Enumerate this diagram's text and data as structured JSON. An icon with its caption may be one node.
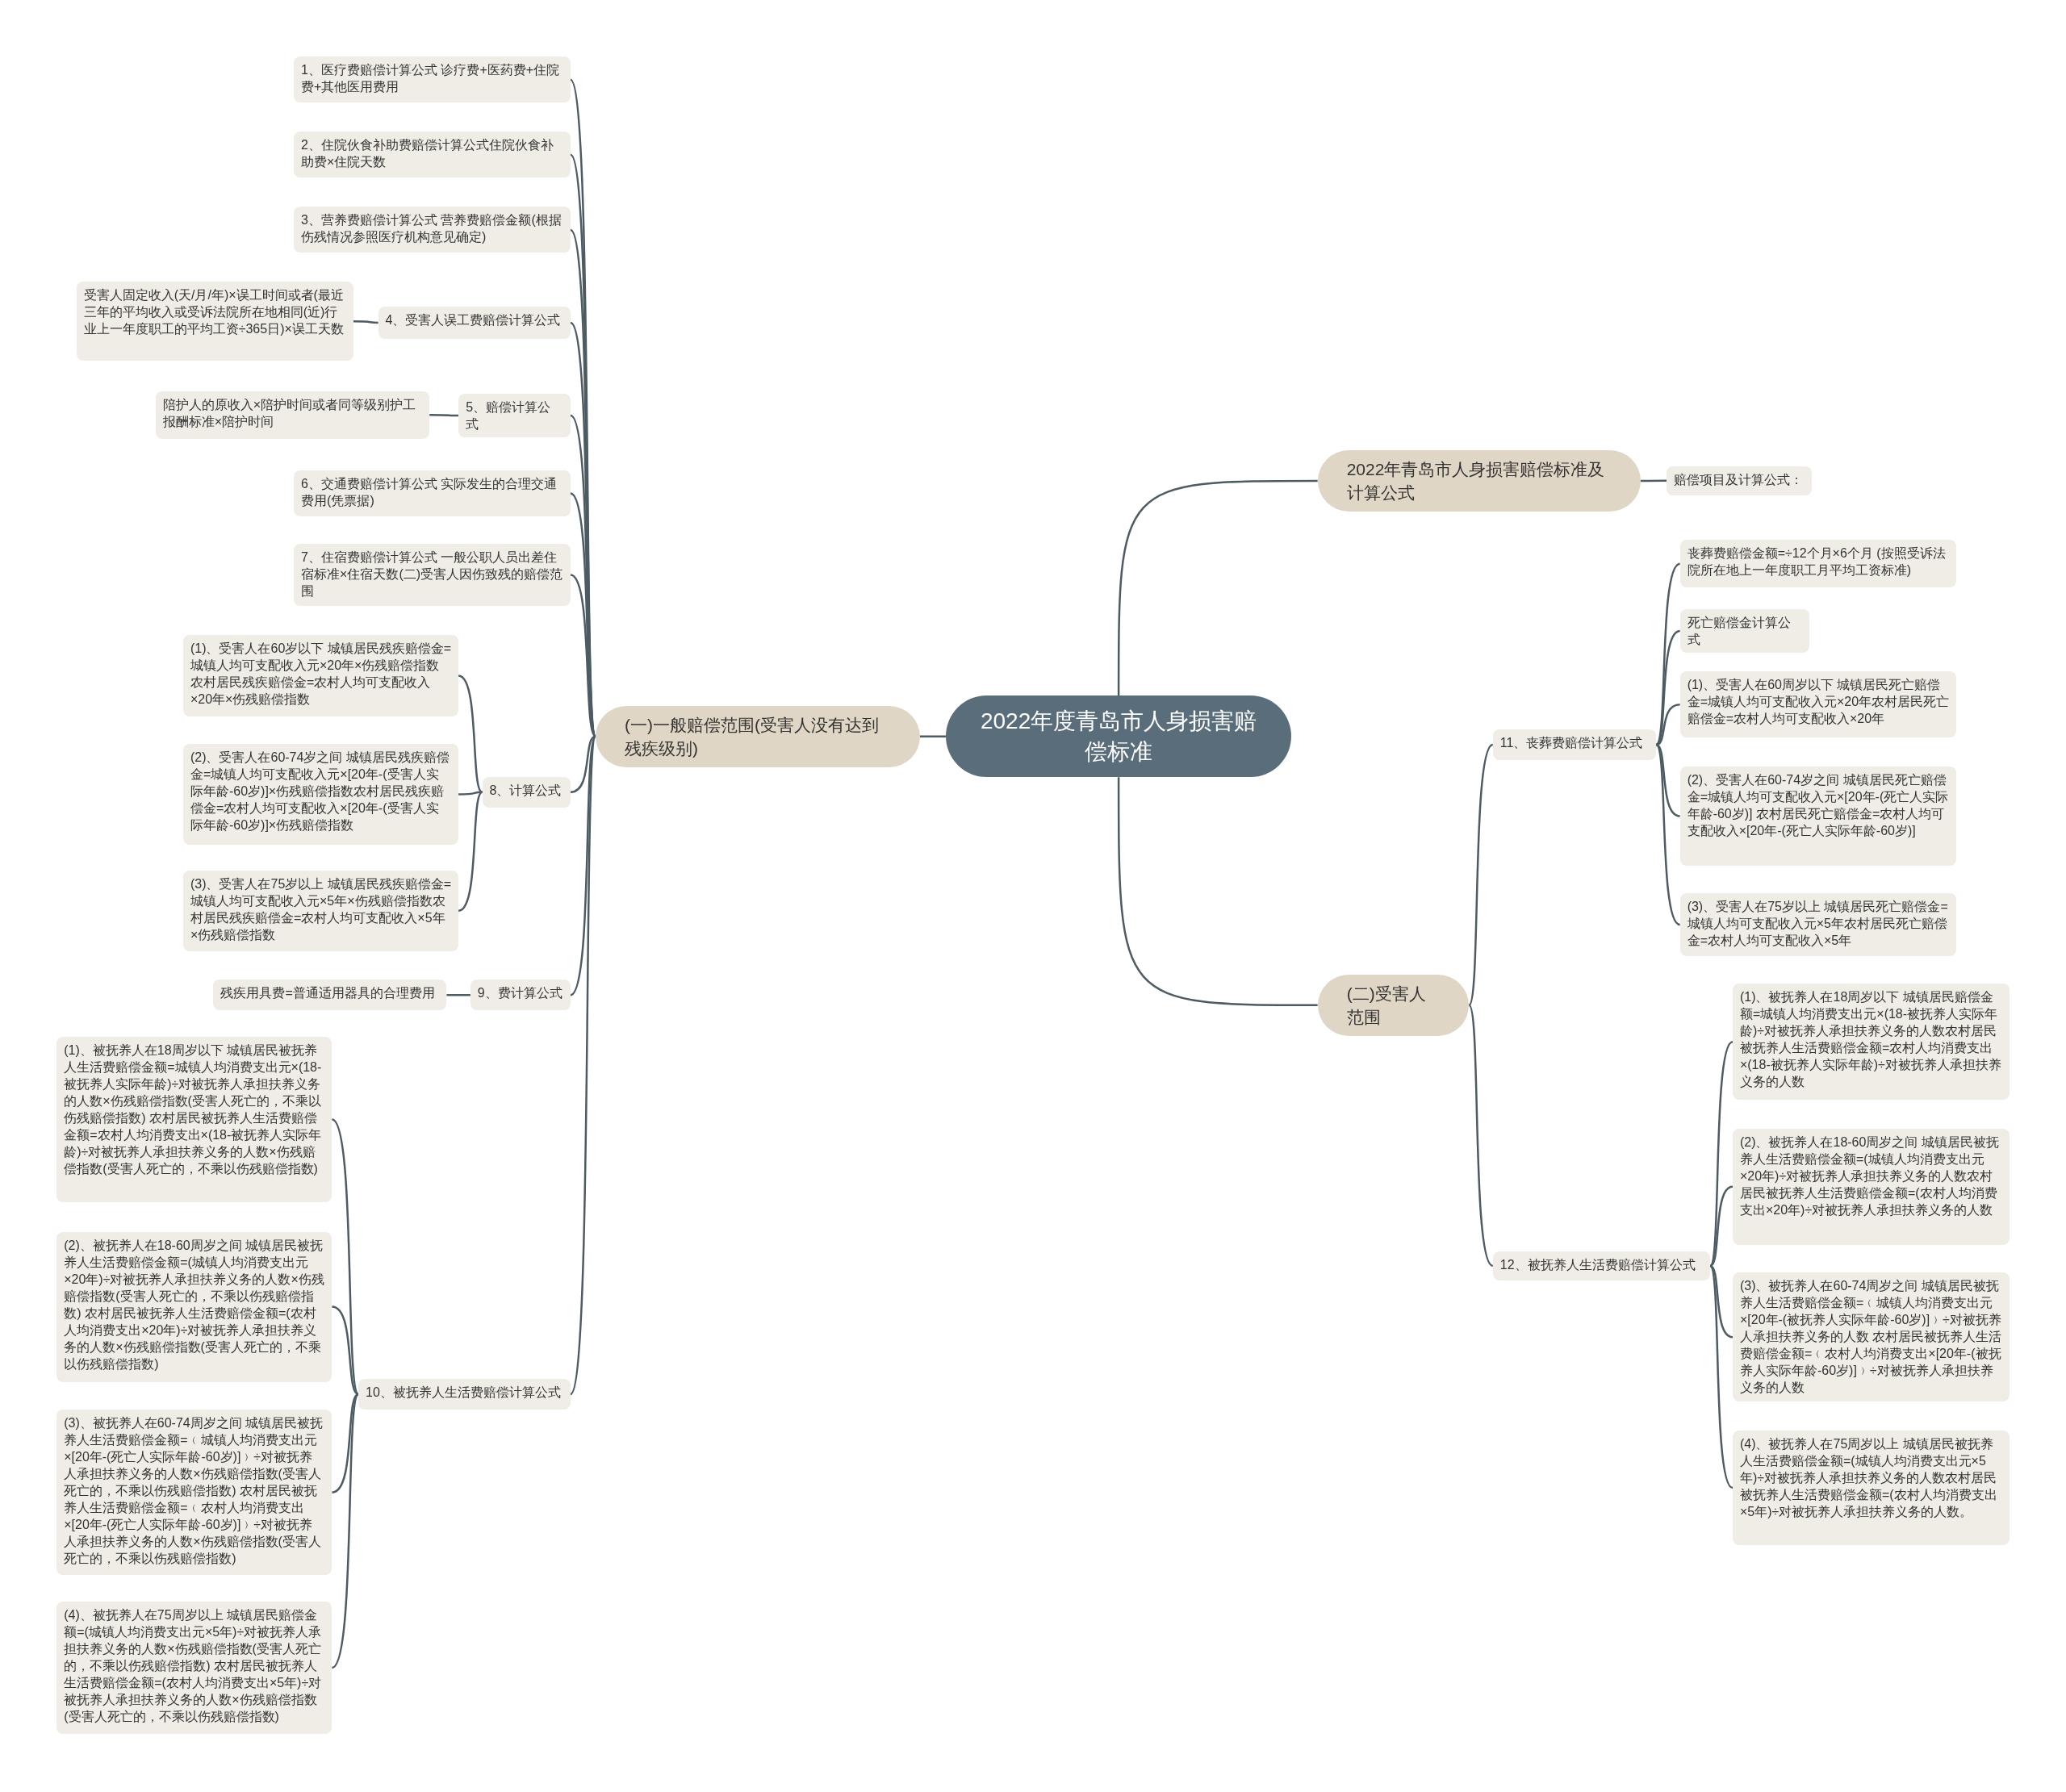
{
  "diagram": {
    "nodes": [
      {
        "text": [
          "2022年度青岛市人身损害赔偿标准"
        ]
      },
      {
        "text": [
          "(一)一般赔偿范围(受害人没有达到残疾级别)"
        ]
      },
      {
        "text": [
          "1、医疗费赔偿计算公式 诊疗费+医药费+住院费+其他医用费用"
        ]
      },
      {
        "text": [
          "2、住院伙食补助费赔偿计算公式住院伙食补助费×住院天数"
        ]
      },
      {
        "text": [
          "3、营养费赔偿计算公式 营养费赔偿金额(根据伤残情况参照医疗机构意见确定)"
        ]
      },
      {
        "text": [
          "4、受害人误工费赔偿计算公式"
        ]
      },
      {
        "text": [
          "受害人固定收入(天/月/年)×误工时间或者(最近三年的平均收入或受诉法院所在地相同(近)行业上一年度职工的平均工资÷365日)×误工天数"
        ]
      },
      {
        "text": [
          "5、赔偿计算公式"
        ]
      },
      {
        "text": [
          "陪护人的原收入×陪护时间或者同等级别护工报酬标准×陪护时间"
        ]
      },
      {
        "text": [
          "6、交通费赔偿计算公式 实际发生的合理交通费用(凭票据)"
        ]
      },
      {
        "text": [
          "7、住宿费赔偿计算公式 一般公职人员出差住宿标准×住宿天数(二)受害人因伤致残的赔偿范围"
        ]
      },
      {
        "text": [
          "8、计算公式"
        ]
      },
      {
        "text": [
          "(1)、受害人在60岁以下 城镇居民残疾赔偿金=城镇人均可支配收入元×20年×伤残赔偿指数农村居民残疾赔偿金=农村人均可支配收入×20年×伤残赔偿指数"
        ]
      },
      {
        "text": [
          "(2)、受害人在60-74岁之间 城镇居民残疾赔偿金=城镇人均可支配收入元×[20年-(受害人实际年龄-60岁)]×伤残赔偿指数农村居民残疾赔偿金=农村人均可支配收入×[20年-(受害人实际年龄-60岁)]×伤残赔偿指数"
        ]
      },
      {
        "text": [
          "(3)、受害人在75岁以上 城镇居民残疾赔偿金=城镇人均可支配收入元×5年×伤残赔偿指数农村居民残疾赔偿金=农村人均可支配收入×5年×伤残赔偿指数"
        ]
      },
      {
        "text": [
          "9、费计算公式"
        ]
      },
      {
        "text": [
          "残疾用具费=普通适用器具的合理费用"
        ]
      },
      {
        "text": [
          "10、被抚养人生活费赔偿计算公式"
        ]
      },
      {
        "text": [
          "(1)、被抚养人在18周岁以下 城镇居民被抚养人生活费赔偿金额=城镇人均消费支出元×(18-被抚养人实际年龄)÷对被抚养人承担扶养义务的人数×伤残赔偿指数(受害人死亡的，不乘以伤残赔偿指数) 农村居民被抚养人生活费赔偿金额=农村人均消费支出×(18-被抚养人实际年龄)÷对被抚养人承担扶养义务的人数×伤残赔偿指数(受害人死亡的，不乘以伤残赔偿指数)"
        ]
      },
      {
        "text": [
          "(2)、被抚养人在18-60周岁之间 城镇居民被抚养人生活费赔偿金额=(城镇人均消费支出元×20年)÷对被抚养人承担扶养义务的人数×伤残赔偿指数(受害人死亡的，不乘以伤残赔偿指数) 农村居民被抚养人生活费赔偿金额=(农村人均消费支出×20年)÷对被抚养人承担扶养义务的人数×伤残赔偿指数(受害人死亡的，不乘以伤残赔偿指数)"
        ]
      },
      {
        "text": [
          "(3)、被抚养人在60-74周岁之间 城镇居民被抚养人生活费赔偿金额=﹙城镇人均消费支出元×[20年-(死亡人实际年龄-60岁)]﹚÷对被抚养人承担扶养义务的人数×伤残赔偿指数(受害人死亡的，不乘以伤残赔偿指数) 农村居民被抚养人生活费赔偿金额=﹙农村人均消费支出×[20年-(死亡人实际年龄-60岁)]﹚÷对被抚养人承担扶养义务的人数×伤残赔偿指数(受害人死亡的，不乘以伤残赔偿指数)"
        ]
      },
      {
        "text": [
          "(4)、被抚养人在75周岁以上 城镇居民赔偿金额=(城镇人均消费支出元×5年)÷对被抚养人承担扶养义务的人数×伤残赔偿指数(受害人死亡的，不乘以伤残赔偿指数) 农村居民被抚养人生活费赔偿金额=(农村人均消费支出×5年)÷对被抚养人承担扶养义务的人数×伤残赔偿指数(受害人死亡的，不乘以伤残赔偿指数)"
        ]
      },
      {
        "text": [
          "2022年青岛市人身损害赔偿标准及计算公式"
        ]
      },
      {
        "text": [
          "赔偿项目及计算公式："
        ]
      },
      {
        "text": [
          "(二)受害人范围"
        ]
      },
      {
        "text": [
          "11、丧葬费赔偿计算公式"
        ]
      },
      {
        "text": [
          "丧葬费赔偿金额=÷12个月×6个月 (按照受诉法院所在地上一年度职工月平均工资标准)"
        ]
      },
      {
        "text": [
          "死亡赔偿金计算公式"
        ]
      },
      {
        "text": [
          "(1)、受害人在60周岁以下 城镇居民死亡赔偿金=城镇人均可支配收入元×20年农村居民死亡赔偿金=农村人均可支配收入×20年"
        ]
      },
      {
        "text": [
          "(2)、受害人在60-74岁之间 城镇居民死亡赔偿金=城镇人均可支配收入元×[20年-(死亡人实际年龄-60岁)] 农村居民死亡赔偿金=农村人均可支配收入×[20年-(死亡人实际年龄-60岁)]"
        ]
      },
      {
        "text": [
          "(3)、受害人在75岁以上 城镇居民死亡赔偿金=城镇人均可支配收入元×5年农村居民死亡赔偿金=农村人均可支配收入×5年"
        ]
      },
      {
        "text": [
          "12、被抚养人生活费赔偿计算公式"
        ]
      },
      {
        "text": [
          "(1)、被抚养人在18周岁以下 城镇居民赔偿金额=城镇人均消费支出元×(18-被抚养人实际年龄)÷对被抚养人承担扶养义务的人数农村居民被抚养人生活费赔偿金额=农村人均消费支出×(18-被抚养人实际年龄)÷对被抚养人承担扶养义务的人数"
        ]
      },
      {
        "text": [
          "(2)、被抚养人在18-60周岁之间 城镇居民被抚养人生活费赔偿金额=(城镇人均消费支出元×20年)÷对被抚养人承担扶养义务的人数农村居民被抚养人生活费赔偿金额=(农村人均消费支出×20年)÷对被抚养人承担扶养义务的人数"
        ]
      },
      {
        "text": [
          "(3)、被抚养人在60-74周岁之间 城镇居民被抚养人生活费赔偿金额=﹙城镇人均消费支出元×[20年-(被抚养人实际年龄-60岁)]﹚÷对被抚养人承担扶养义务的人数 农村居民被抚养人生活费赔偿金额=﹙农村人均消费支出×[20年-(被抚养人实际年龄-60岁)]﹚÷对被抚养人承担扶养义务的人数"
        ]
      },
      {
        "text": [
          "(4)、被抚养人在75周岁以上 城镇居民被抚养人生活费赔偿金额=(城镇人均消费支出元×5年)÷对被抚养人承担扶养义务的人数农村居民被抚养人生活费赔偿金额=(农村人均消费支出×5年)÷对被抚养人承担扶养义务的人数。"
        ]
      }
    ],
    "edges": [
      {
        "from": 0,
        "to": 1,
        "arrow": "none"
      },
      {
        "from": 1,
        "to": 2,
        "arrow": "none"
      },
      {
        "from": 1,
        "to": 3,
        "arrow": "none"
      },
      {
        "from": 1,
        "to": 4,
        "arrow": "none"
      },
      {
        "from": 1,
        "to": 5,
        "arrow": "none"
      },
      {
        "from": 5,
        "to": 6,
        "arrow": "none"
      },
      {
        "from": 1,
        "to": 7,
        "arrow": "none"
      },
      {
        "from": 7,
        "to": 8,
        "arrow": "none"
      },
      {
        "from": 1,
        "to": 9,
        "arrow": "none"
      },
      {
        "from": 1,
        "to": 10,
        "arrow": "none"
      },
      {
        "from": 1,
        "to": 11,
        "arrow": "none"
      },
      {
        "from": 11,
        "to": 12,
        "arrow": "none"
      },
      {
        "from": 11,
        "to": 13,
        "arrow": "none"
      },
      {
        "from": 11,
        "to": 14,
        "arrow": "none"
      },
      {
        "from": 1,
        "to": 15,
        "arrow": "none"
      },
      {
        "from": 15,
        "to": 16,
        "arrow": "none"
      },
      {
        "from": 1,
        "to": 17,
        "arrow": "none"
      },
      {
        "from": 17,
        "to": 18,
        "arrow": "none"
      },
      {
        "from": 17,
        "to": 19,
        "arrow": "none"
      },
      {
        "from": 17,
        "to": 20,
        "arrow": "none"
      },
      {
        "from": 17,
        "to": 21,
        "arrow": "none"
      },
      {
        "from": 0,
        "to": 22,
        "arrow": "none"
      },
      {
        "from": 22,
        "to": 23,
        "arrow": "none"
      },
      {
        "from": 0,
        "to": 24,
        "arrow": "none"
      },
      {
        "from": 24,
        "to": 25,
        "arrow": "none"
      },
      {
        "from": 25,
        "to": 26,
        "arrow": "none"
      },
      {
        "from": 25,
        "to": 27,
        "arrow": "none"
      },
      {
        "from": 25,
        "to": 28,
        "arrow": "none"
      },
      {
        "from": 25,
        "to": 29,
        "arrow": "none"
      },
      {
        "from": 25,
        "to": 30,
        "arrow": "none"
      },
      {
        "from": 24,
        "to": 31,
        "arrow": "none"
      },
      {
        "from": 31,
        "to": 32,
        "arrow": "none"
      },
      {
        "from": 31,
        "to": 33,
        "arrow": "none"
      },
      {
        "from": 31,
        "to": 34,
        "arrow": "none"
      },
      {
        "from": 31,
        "to": 35,
        "arrow": "none"
      }
    ]
  }
}
